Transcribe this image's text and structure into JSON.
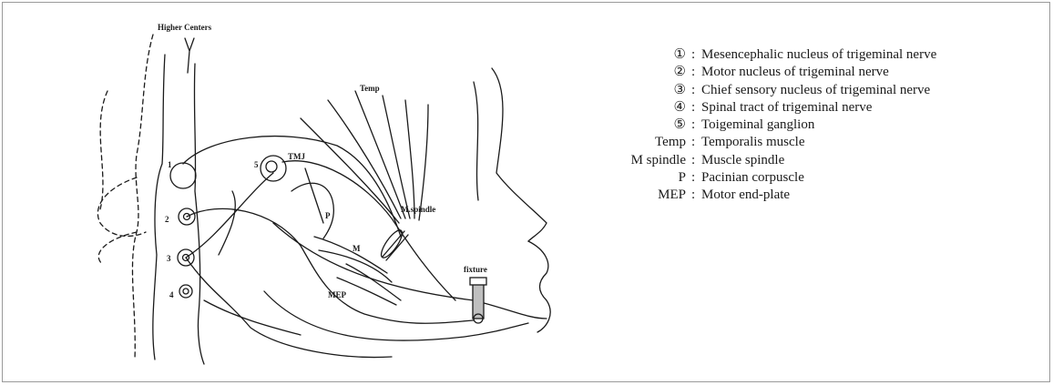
{
  "diagram": {
    "labels": {
      "higher_centers": "Higher Centers",
      "temp": "Temp",
      "tmj": "TMJ",
      "m_spindle": "M.spindle",
      "p": "P",
      "m": "M",
      "mep": "MEP",
      "fixture": "fixture",
      "num_1": "1",
      "num_2": "2",
      "num_3": "3",
      "num_4": "4",
      "num_5": "5"
    }
  },
  "legend": {
    "separator": ":",
    "items": [
      {
        "key": "①",
        "desc": "Mesencephalic nucleus of trigeminal nerve"
      },
      {
        "key": "②",
        "desc": "Motor nucleus of trigeminal nerve"
      },
      {
        "key": "③",
        "desc": "Chief sensory nucleus of trigeminal nerve"
      },
      {
        "key": "④",
        "desc": "Spinal tract of trigeminal nerve"
      },
      {
        "key": "⑤",
        "desc": "Toigeminal ganglion"
      },
      {
        "key": "Temp",
        "desc": "Temporalis muscle"
      },
      {
        "key": "M spindle",
        "desc": "Muscle spindle"
      },
      {
        "key": "P",
        "desc": "Pacinian corpuscle"
      },
      {
        "key": "MEP",
        "desc": "Motor end-plate"
      }
    ]
  }
}
